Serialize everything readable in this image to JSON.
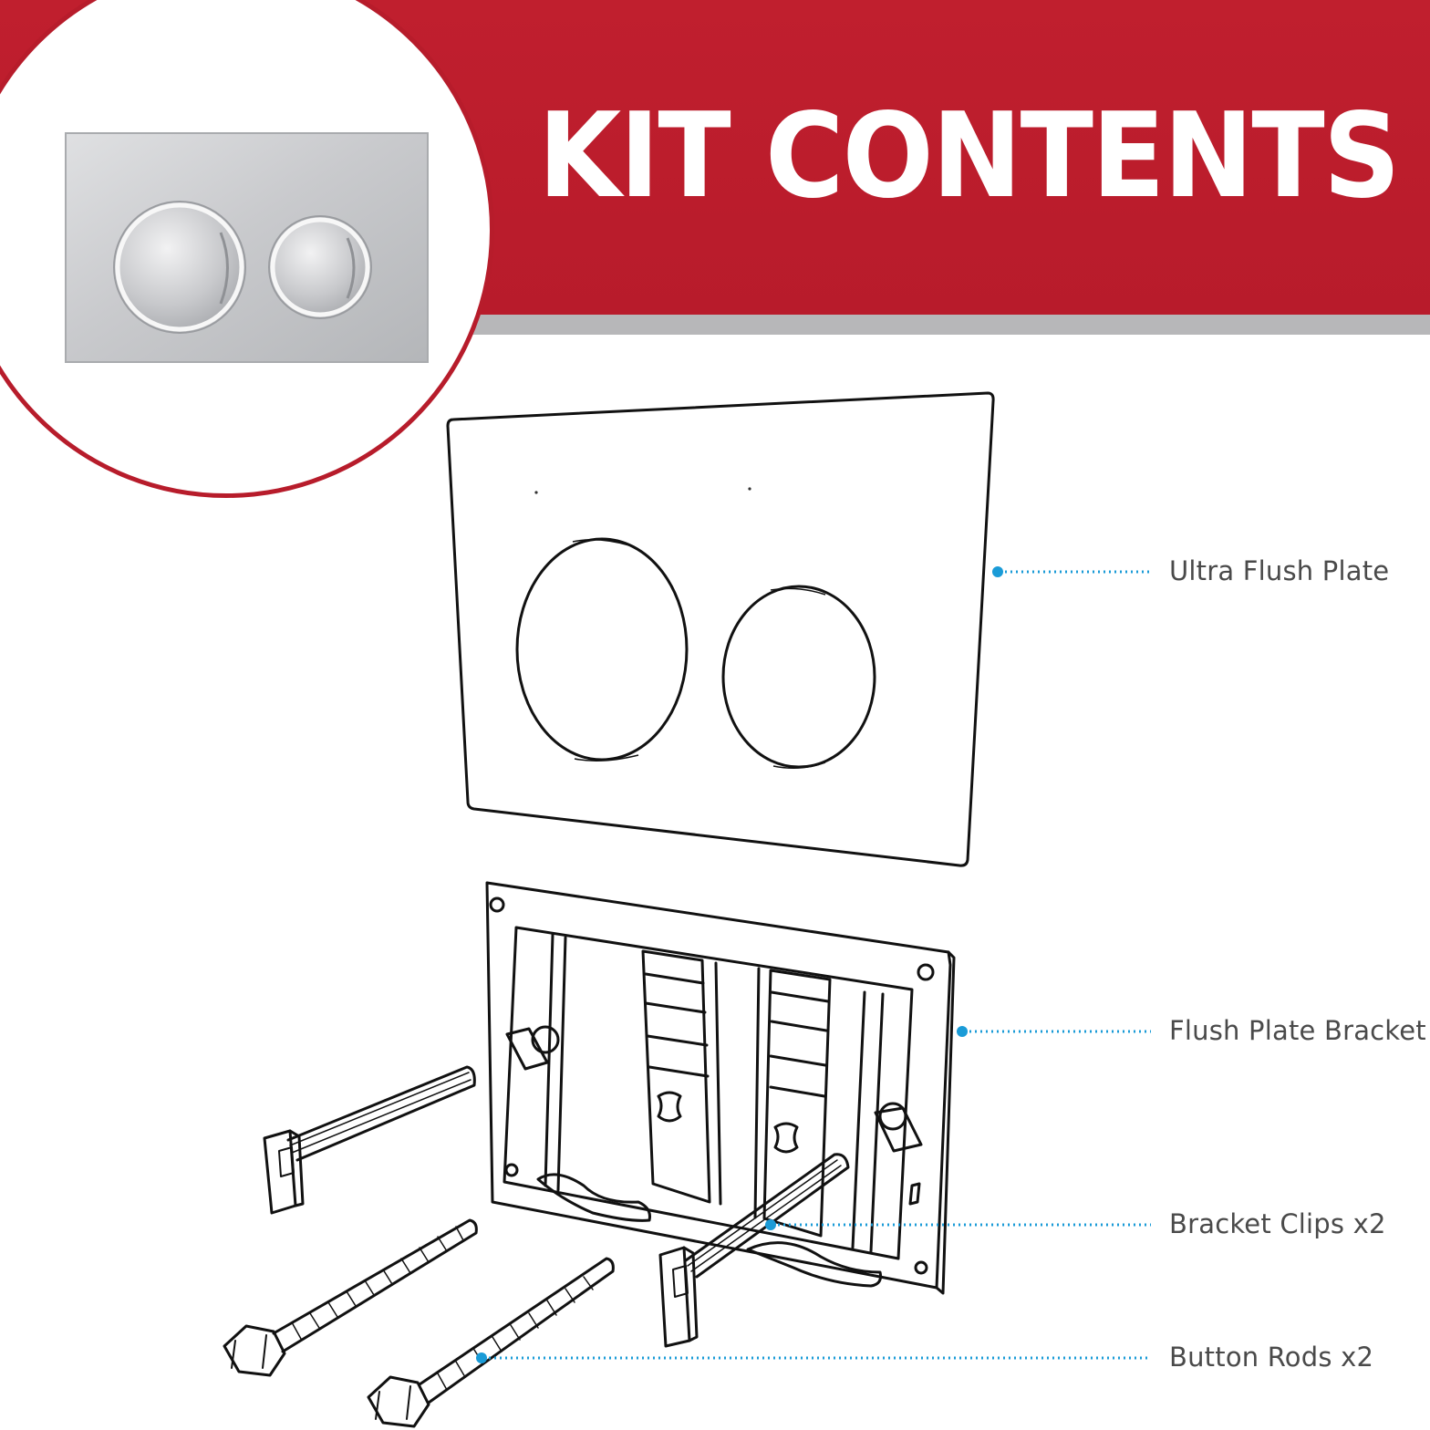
{
  "banner": {
    "title": "KIT CONTENTS",
    "color": "#bc1f2e",
    "stripe_color": "#b7b7b9"
  },
  "photo": {
    "subject": "chrome-dual-flush-plate"
  },
  "callouts": [
    {
      "label": "Ultra Flush Plate"
    },
    {
      "label": "Flush Plate Bracket"
    },
    {
      "label": "Bracket Clips x2"
    },
    {
      "label": "Button Rods x2"
    }
  ],
  "colors": {
    "callout": "#1a9bd7",
    "line_art": "#111111",
    "label_text": "#4a4a4a"
  }
}
